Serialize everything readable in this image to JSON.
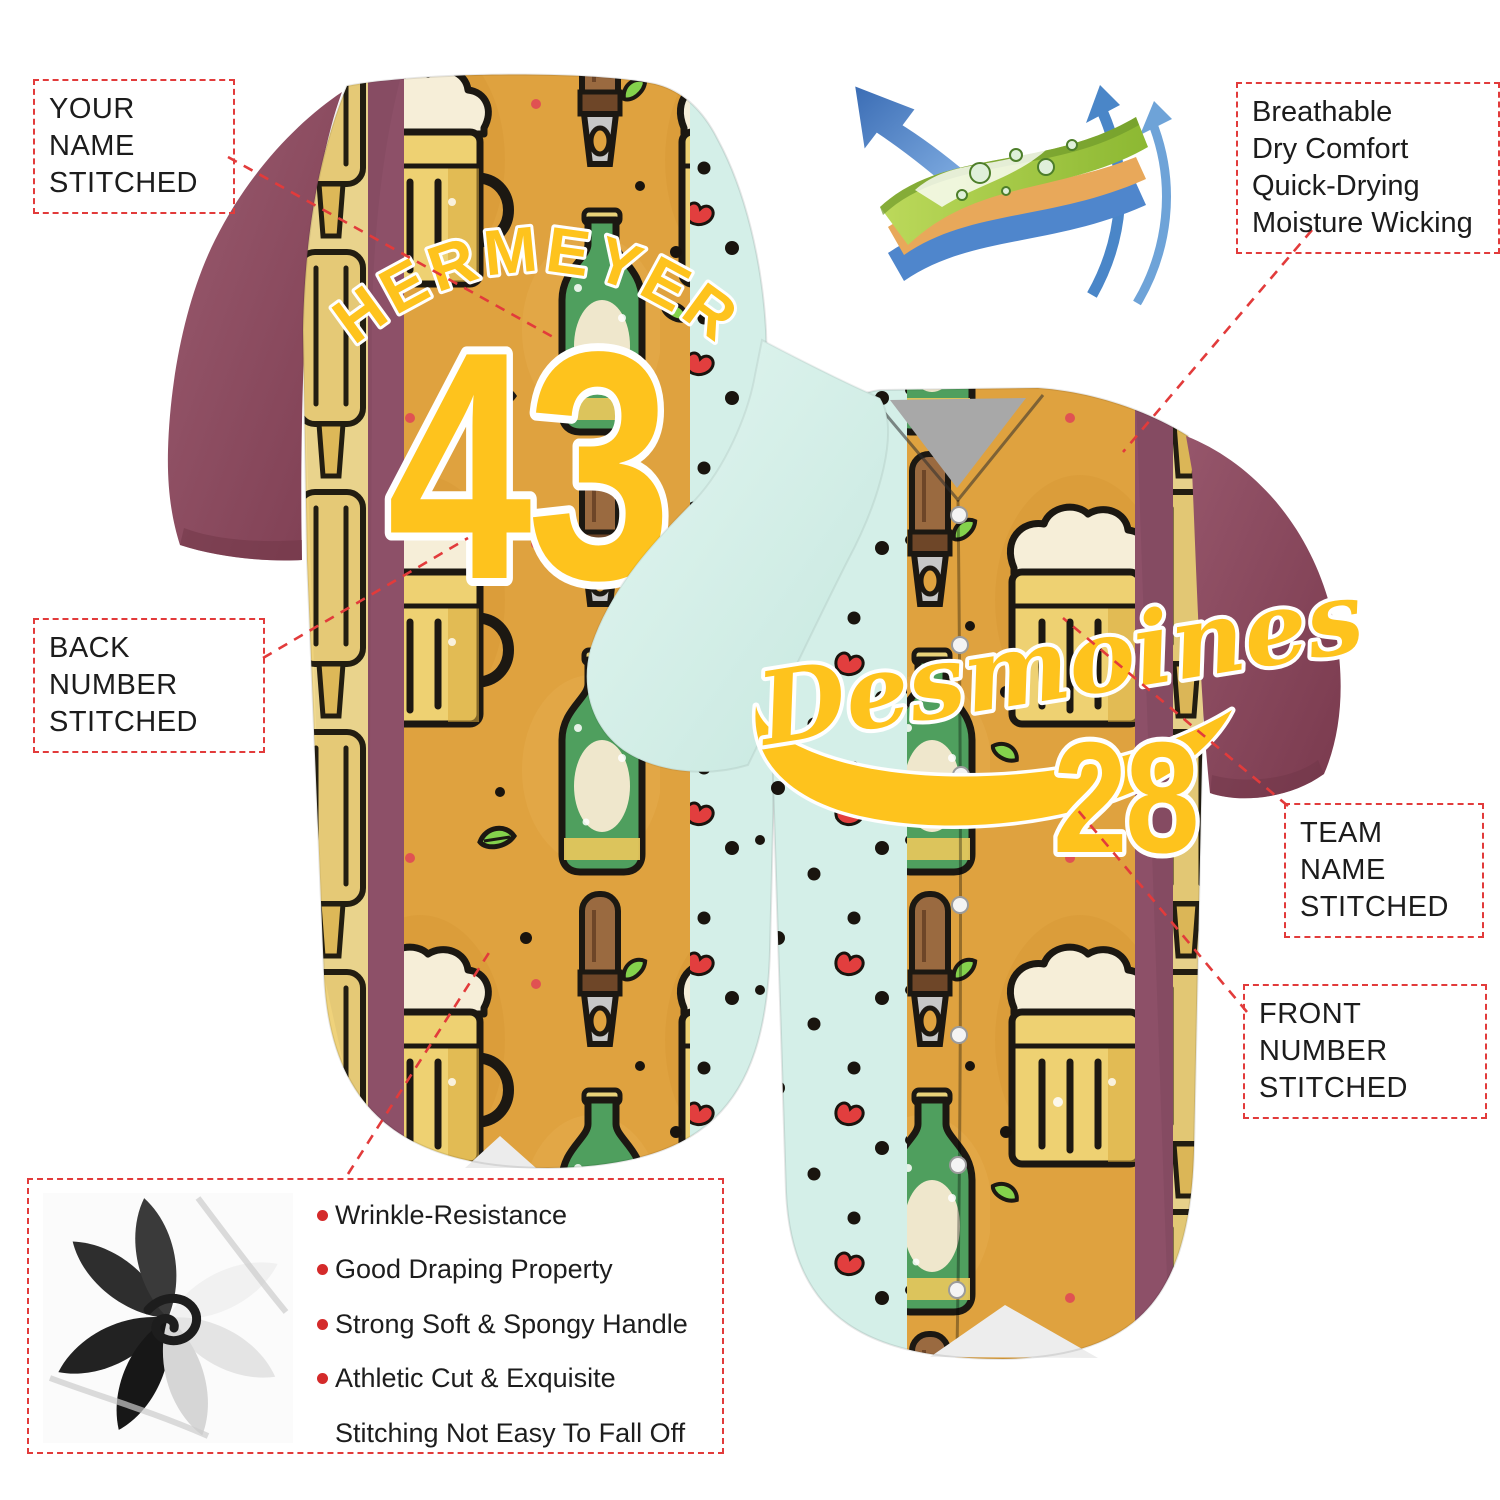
{
  "labels": {
    "your_name": "YOUR NAME STITCHED",
    "back_number": "BACK NUMBER STITCHED",
    "breathable": "Breathable\nDry Comfort\nQuick-Drying\nMoisture Wicking",
    "team_name": "TEAM NAME STITCHED",
    "front_number": "FRONT NUMBER STITCHED"
  },
  "features": {
    "items": [
      {
        "bullet": true,
        "text": "Wrinkle-Resistance"
      },
      {
        "bullet": true,
        "text": "Good Draping Property"
      },
      {
        "bullet": true,
        "text": "Strong Soft & Spongy Handle"
      },
      {
        "bullet": true,
        "text": "Athletic Cut & Exquisite"
      },
      {
        "bullet": false,
        "text": "Stitching Not Easy To Fall Off"
      }
    ]
  },
  "jersey": {
    "player_name": "HERMEYER",
    "back_number": "43",
    "team_name": "Desmoines",
    "front_number": "28"
  },
  "icons": {
    "breathability": "fabric-layers-icon",
    "swatch": "fabric-swatch-image",
    "bullet": "red-dot-bullet-icon"
  },
  "colors": {
    "callout_red": "#e23b3b",
    "bullet_red": "#d42a2a",
    "text_black": "#1c1c1c",
    "jersey_gold": "#dfa23f",
    "jersey_mint": "#d4efe8",
    "sleeve_maroon": "#8d4a5f",
    "stripe_maroon": "#8d5068",
    "stripe_yellow": "#f3dc92",
    "lettering_yellow": "#fec31d",
    "lettering_outline": "#ffffff"
  }
}
